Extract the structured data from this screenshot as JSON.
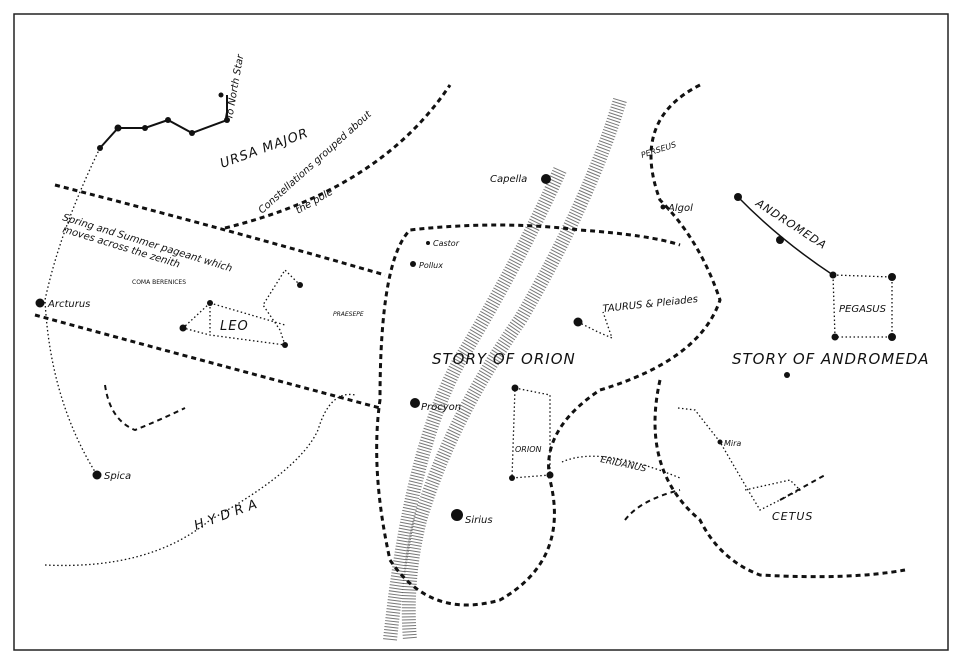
{
  "labels": {
    "north_star": "To North Star",
    "ursa_major": "URSA MAJOR",
    "pole_note_1": "Constellations grouped about",
    "pole_note_2": "the pole",
    "pageant_1": "Spring and Summer pageant which",
    "pageant_2": "moves across the zenith",
    "coma": "COMA BERENICES",
    "arcturus": "Arcturus",
    "leo": "LEO",
    "praesepe": "PRAESEPE",
    "castor": "Castor",
    "pollux": "Pollux",
    "capella": "Capella",
    "perseus": "PERSEUS",
    "algol": "Algol",
    "andromeda": "ANDROMEDA",
    "pegasus": "PEGASUS",
    "taurus": "TAURUS & Pleiades",
    "story_orion": "STORY OF ORION",
    "story_andromeda": "STORY OF ANDROMEDA",
    "procyon": "Procyon",
    "orion": "ORION",
    "eridanus": "ERIDANUS",
    "mira": "Mira",
    "cetus": "CETUS",
    "sirius": "Sirius",
    "spica": "Spica",
    "hydra": "HYDRA"
  }
}
